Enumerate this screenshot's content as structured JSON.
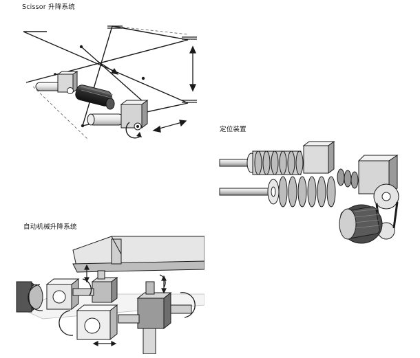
{
  "captions": {
    "scissor": "Scissor 升降系统",
    "positioning": "定位装置",
    "automation": "自动机械升降系统"
  },
  "colors": {
    "line": "#1a1a1a",
    "shade_light": "#d9d9d9",
    "shade_mid": "#9a9a9a",
    "shade_dark": "#3a3a3a",
    "screw": "#bdbdbd"
  },
  "icons": {
    "vertical_arrow": "double-arrow-icon",
    "horizontal_arrow": "double-arrow-icon",
    "rotation": "rotation-arrow-icon"
  }
}
